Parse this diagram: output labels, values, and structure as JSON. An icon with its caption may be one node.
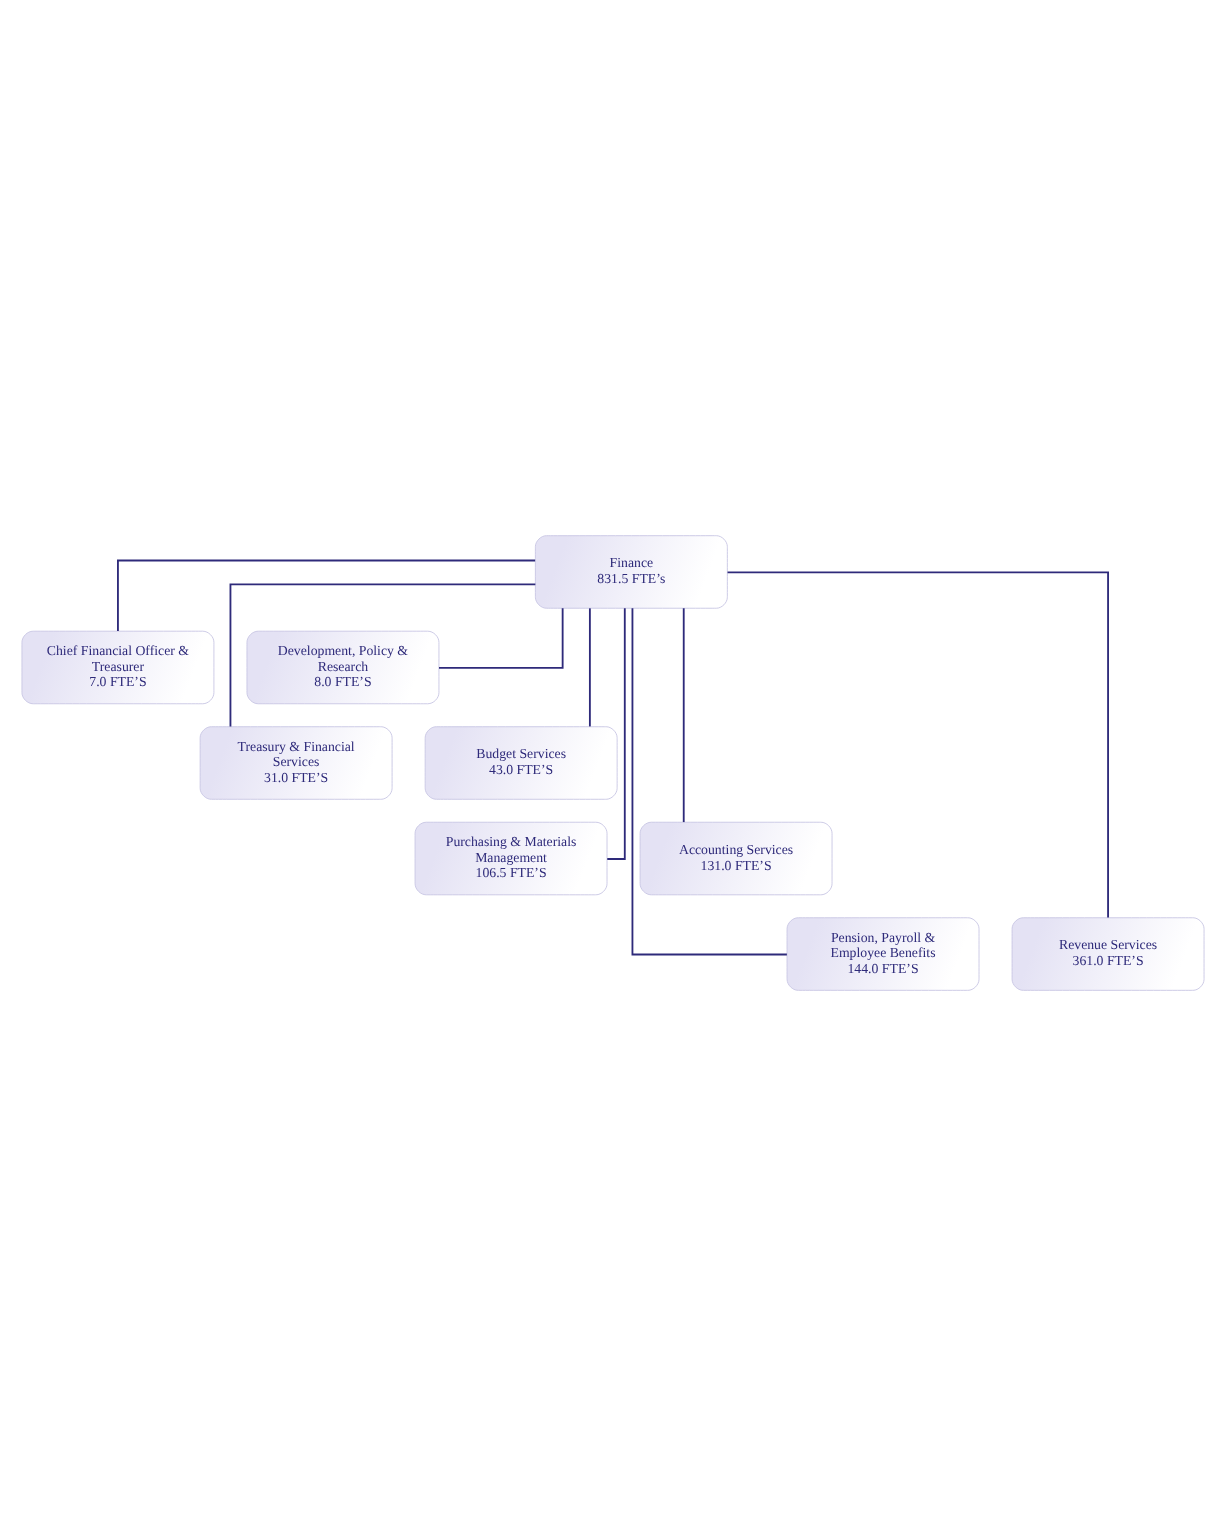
{
  "diagram": {
    "nodes": [
      {
        "text": [
          "Finance",
          "831.5 FTE’s"
        ]
      },
      {
        "text": [
          "Chief Financial Officer & Treasurer",
          "7.0 FTE’S"
        ]
      },
      {
        "text": [
          "Development, Policy & Research",
          "8.0 FTE’S"
        ]
      },
      {
        "text": [
          "Treasury & Financial Services",
          "31.0 FTE’S"
        ]
      },
      {
        "text": [
          "Budget Services",
          "43.0 FTE’S"
        ]
      },
      {
        "text": [
          "Purchasing & Materials Management",
          "106.5 FTE’S"
        ]
      },
      {
        "text": [
          "Accounting Services",
          "131.0 FTE’S"
        ]
      },
      {
        "text": [
          "Pension, Payroll & Employee Benefits",
          "144.0 FTE’S"
        ]
      },
      {
        "text": [
          "Revenue Services",
          "361.0 FTE’S"
        ]
      }
    ],
    "edges": [
      {
        "from": 0,
        "to": 1,
        "arrow": "none"
      },
      {
        "from": 0,
        "to": 2,
        "arrow": "none"
      },
      {
        "from": 0,
        "to": 3,
        "arrow": "none"
      },
      {
        "from": 0,
        "to": 4,
        "arrow": "none"
      },
      {
        "from": 0,
        "to": 5,
        "arrow": "none"
      },
      {
        "from": 0,
        "to": 6,
        "arrow": "none"
      },
      {
        "from": 0,
        "to": 7,
        "arrow": "none"
      },
      {
        "from": 0,
        "to": 8,
        "arrow": "none"
      }
    ]
  }
}
